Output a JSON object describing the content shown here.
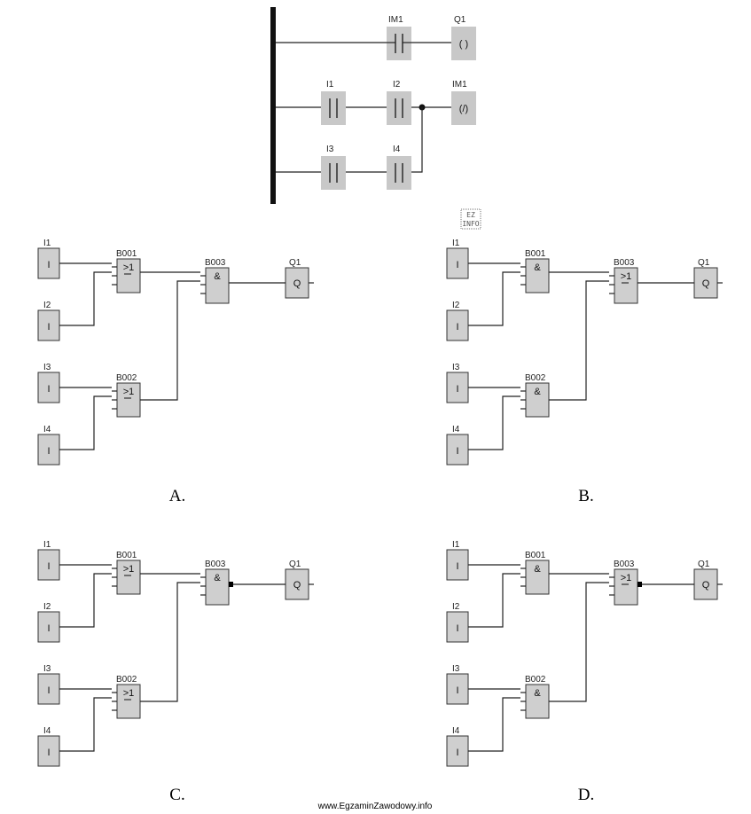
{
  "ladder": {
    "rungs": [
      {
        "contacts": [
          "IM1"
        ],
        "coil": {
          "label": "Q1",
          "symbol": "( )"
        }
      },
      {
        "contacts": [
          "I1",
          "I2"
        ],
        "coil": {
          "label": "IM1",
          "symbol": "(/)"
        }
      },
      {
        "contacts": [
          "I3",
          "I4"
        ]
      }
    ]
  },
  "logo": {
    "line1": "EZ",
    "line2": "INFO"
  },
  "options": [
    {
      "letter": "A.",
      "inputs": [
        "I1",
        "I2",
        "I3",
        "I4"
      ],
      "input_symbol": "I",
      "blocks": [
        {
          "name": "B001",
          "symbol": ">1"
        },
        {
          "name": "B002",
          "symbol": ">1"
        },
        {
          "name": "B003",
          "symbol": "&"
        }
      ],
      "output": {
        "name": "Q1",
        "symbol": "Q"
      },
      "negated": false
    },
    {
      "letter": "B.",
      "inputs": [
        "I1",
        "I2",
        "I3",
        "I4"
      ],
      "input_symbol": "I",
      "blocks": [
        {
          "name": "B001",
          "symbol": "&"
        },
        {
          "name": "B002",
          "symbol": "&"
        },
        {
          "name": "B003",
          "symbol": ">1"
        }
      ],
      "output": {
        "name": "Q1",
        "symbol": "Q"
      },
      "negated": false
    },
    {
      "letter": "C.",
      "inputs": [
        "I1",
        "I2",
        "I3",
        "I4"
      ],
      "input_symbol": "I",
      "blocks": [
        {
          "name": "B001",
          "symbol": ">1"
        },
        {
          "name": "B002",
          "symbol": ">1"
        },
        {
          "name": "B003",
          "symbol": "&"
        }
      ],
      "output": {
        "name": "Q1",
        "symbol": "Q"
      },
      "negated": true
    },
    {
      "letter": "D.",
      "inputs": [
        "I1",
        "I2",
        "I3",
        "I4"
      ],
      "input_symbol": "I",
      "blocks": [
        {
          "name": "B001",
          "symbol": "&"
        },
        {
          "name": "B002",
          "symbol": "&"
        },
        {
          "name": "B003",
          "symbol": ">1"
        }
      ],
      "output": {
        "name": "Q1",
        "symbol": "Q"
      },
      "negated": true
    }
  ],
  "watermark": "www.EgzaminZawodowy.info"
}
